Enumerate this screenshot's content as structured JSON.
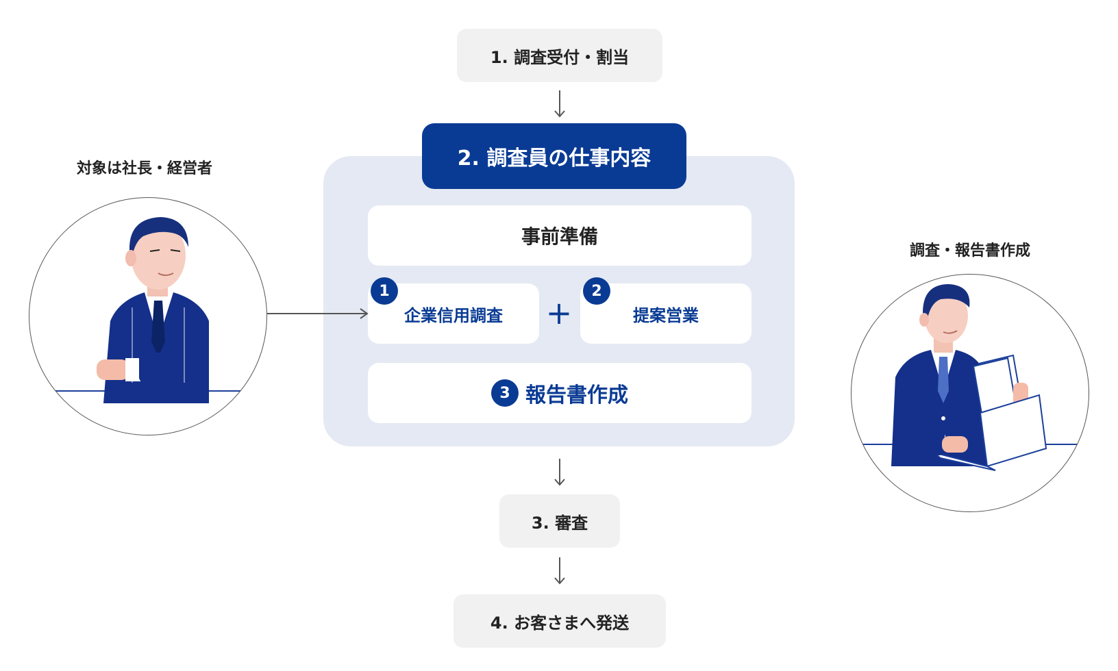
{
  "steps": {
    "step1": "1. 調査受付・割当",
    "step2_header": "2. 調査員の仕事内容",
    "step3": "3. 審査",
    "step4": "4. お客さまへ発送"
  },
  "tasks": {
    "prep": "事前準備",
    "task1_num": "1",
    "task1": "企業信用調査",
    "plus": "+",
    "task2_num": "2",
    "task2": "提案営業",
    "task3_num": "3",
    "task3": "報告書作成"
  },
  "left_figure": {
    "caption": "対象は社長・経営者"
  },
  "right_figure": {
    "caption": "調査・報告書作成"
  },
  "colors": {
    "navy": "#0a3b94",
    "panel": "#e4e9f3",
    "step_bg": "#f1f1f2"
  }
}
